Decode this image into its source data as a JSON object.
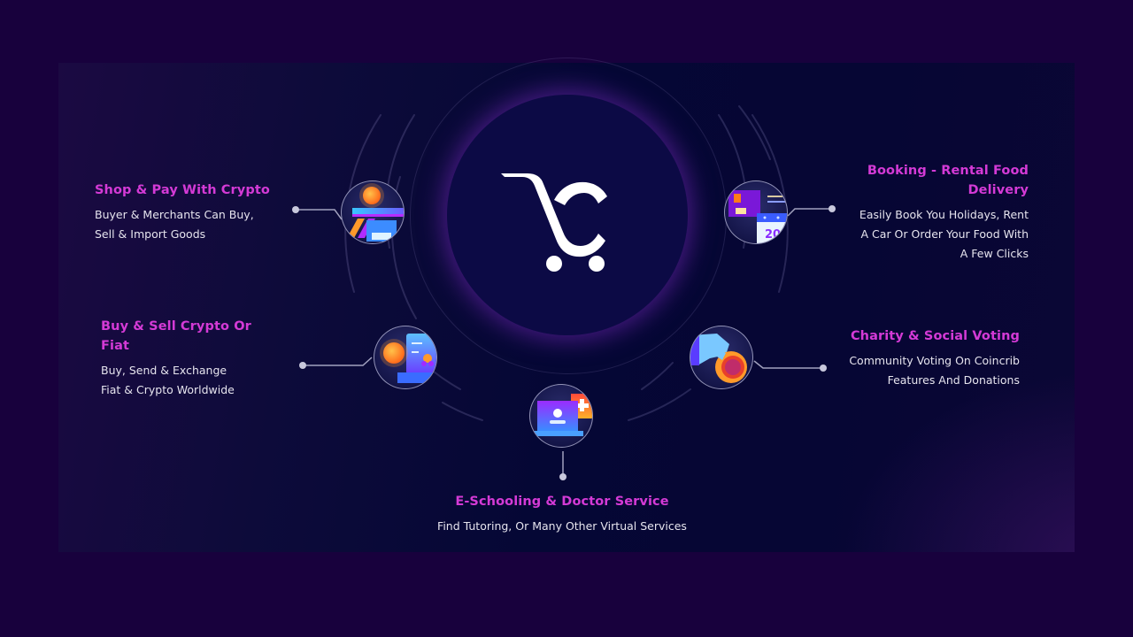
{
  "brand": {
    "logo_name": "coincrib-cart-logo",
    "accent_color": "#d43ad6",
    "text_color": "#e6e4ee",
    "background_color": "#18013d",
    "core_color": "#0c0a45"
  },
  "features": [
    {
      "id": "shop-pay",
      "title": "Shop & Pay With Crypto",
      "description_lines": [
        "Buyer & Merchants Can Buy,",
        "Sell & Import Goods"
      ],
      "icon": "shop-coin-icon"
    },
    {
      "id": "booking",
      "title_lines": [
        "Booking - Rental Food",
        "Delivery"
      ],
      "description_lines": [
        "Easily Book You Holidays, Rent",
        "A Car Or Order Your Food With",
        "A Few Clicks"
      ],
      "icon": "calendar-booking-icon",
      "calendar_number": "20"
    },
    {
      "id": "buy-sell",
      "title_lines": [
        "Buy & Sell Crypto Or",
        "Fiat"
      ],
      "description_lines": [
        "Buy, Send & Exchange",
        "Fiat & Crypto Worldwide"
      ],
      "icon": "coin-certificate-icon"
    },
    {
      "id": "charity",
      "title": "Charity & Social Voting",
      "description_lines": [
        "Community Voting On Coincrib",
        "Features And Donations"
      ],
      "icon": "hand-coin-icon"
    },
    {
      "id": "eschool",
      "title": "E-Schooling & Doctor Service",
      "description_lines": [
        "Find Tutoring, Or Many Other Virtual Services"
      ],
      "icon": "laptop-medical-icon"
    }
  ]
}
